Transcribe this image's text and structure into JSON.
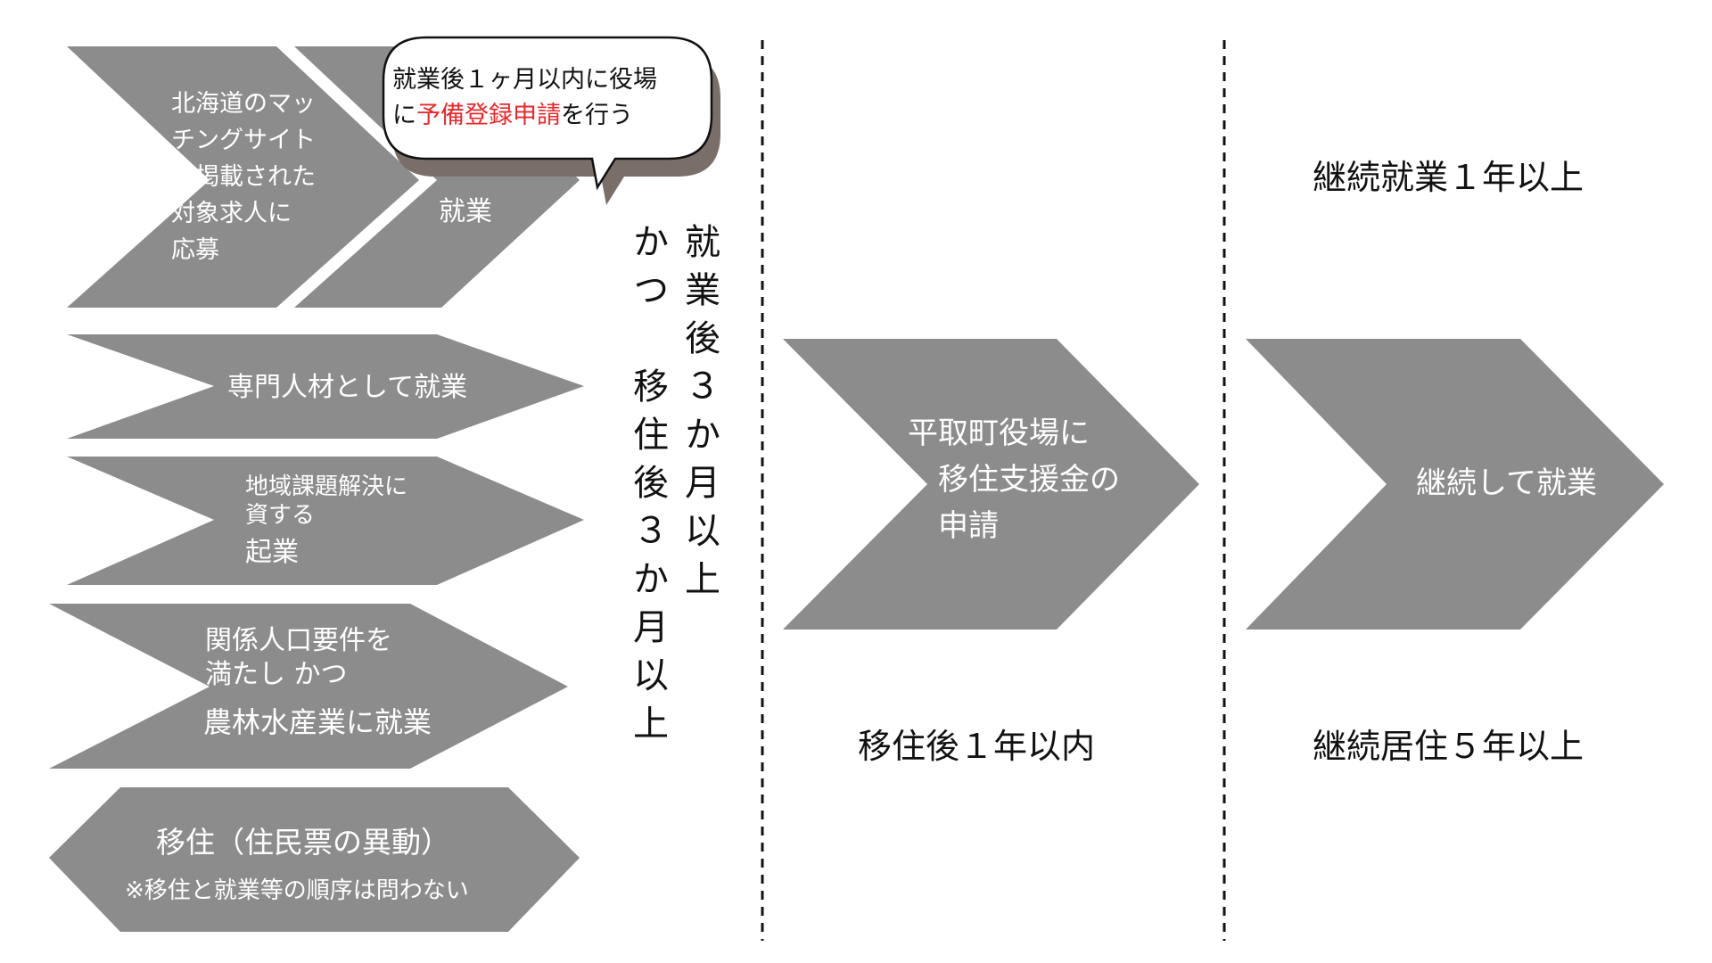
{
  "colors": {
    "shape_fill": "#8c8c8c",
    "shape_text": "#ffffff",
    "body_text": "#111111",
    "highlight": "#e8282b",
    "bubble_shadow": "#7a6e68",
    "divider": "#111111"
  },
  "left_column": {
    "apply_step": "北海道のマッ\nチングサイト\nに掲載された\n対象求人に\n応募",
    "employ_step": "就業",
    "specialist": "専門人材として就業",
    "startup_line1": "地域課題解決に\n資する",
    "startup_line2": "起業",
    "agri_line1": "関係人口要件を\n満たし かつ",
    "agri_line2": "農林水産業に就業",
    "migrate_title": "移住（住民票の異動）",
    "migrate_note": "※移住と就業等の順序は問わない"
  },
  "bubble": {
    "line1": "就業後１ヶ月以内に役場",
    "line2_prefix": "に",
    "line2_highlight": "予備登録申請",
    "line2_suffix": "を行う"
  },
  "condition": {
    "col_right": "就業後３か月以上",
    "col_left": "かつ　移住後３か月以上"
  },
  "middle_column": {
    "apply_subsidy": "平取町役場に\n　移住支援金の\n　申請",
    "deadline": "移住後１年以内"
  },
  "right_column": {
    "top_condition": "継続就業１年以上",
    "continue_work": "継続して就業",
    "bottom_condition": "継続居住５年以上"
  }
}
